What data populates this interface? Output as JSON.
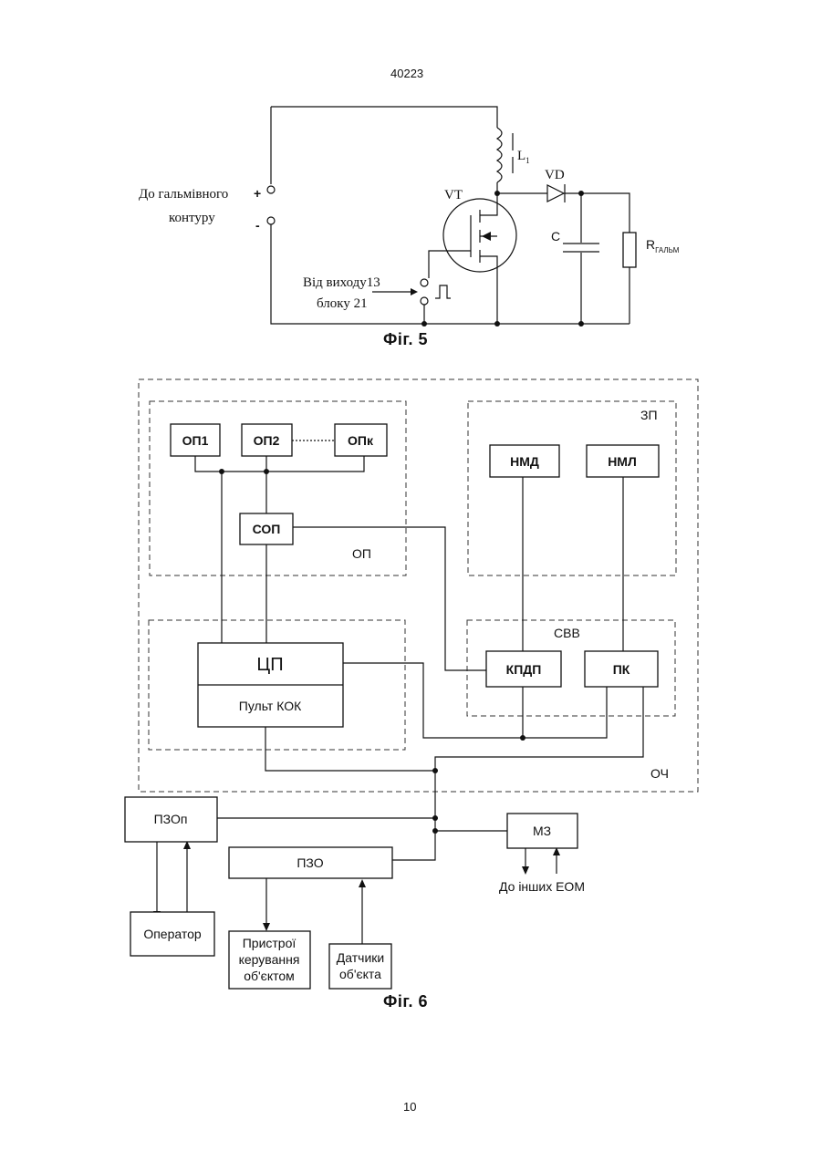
{
  "header": {
    "doc_number": "40223"
  },
  "footer": {
    "page_number": "10"
  },
  "fig5": {
    "caption": "Фіг. 5",
    "to_brake_circuit_line1": "До гальмівного",
    "to_brake_circuit_line2": "контуру",
    "plus": "+",
    "minus": "-",
    "from_output_line1": "Від виходу13",
    "from_output_line2": "блоку 21",
    "inductor": "L",
    "inductor_sub": "1",
    "transistor": "VT",
    "diode": "VD",
    "capacitor": "C",
    "resistor": "R",
    "resistor_sub": "ГАЛЬМ"
  },
  "fig6": {
    "caption": "Фіг. 6",
    "op1": "ОП1",
    "op2": "ОП2",
    "opk": "ОПк",
    "sop": "СОП",
    "op_group": "ОП",
    "zp_group": "ЗП",
    "nmd": "НМД",
    "nml": "НМЛ",
    "svv_group": "СВВ",
    "kpdp": "КПДП",
    "pk": "ПК",
    "cp": "ЦП",
    "console": "Пульт КОК",
    "och_group": "ОЧ",
    "pzop": "ПЗОп",
    "mz": "МЗ",
    "pzo": "ПЗО",
    "operator": "Оператор",
    "control_devices_line1": "Пристрої",
    "control_devices_line2": "керування",
    "control_devices_line3": "об'єктом",
    "sensors_line1": "Датчики",
    "sensors_line2": "об'єкта",
    "other_computers": "До інших ЕОМ"
  }
}
